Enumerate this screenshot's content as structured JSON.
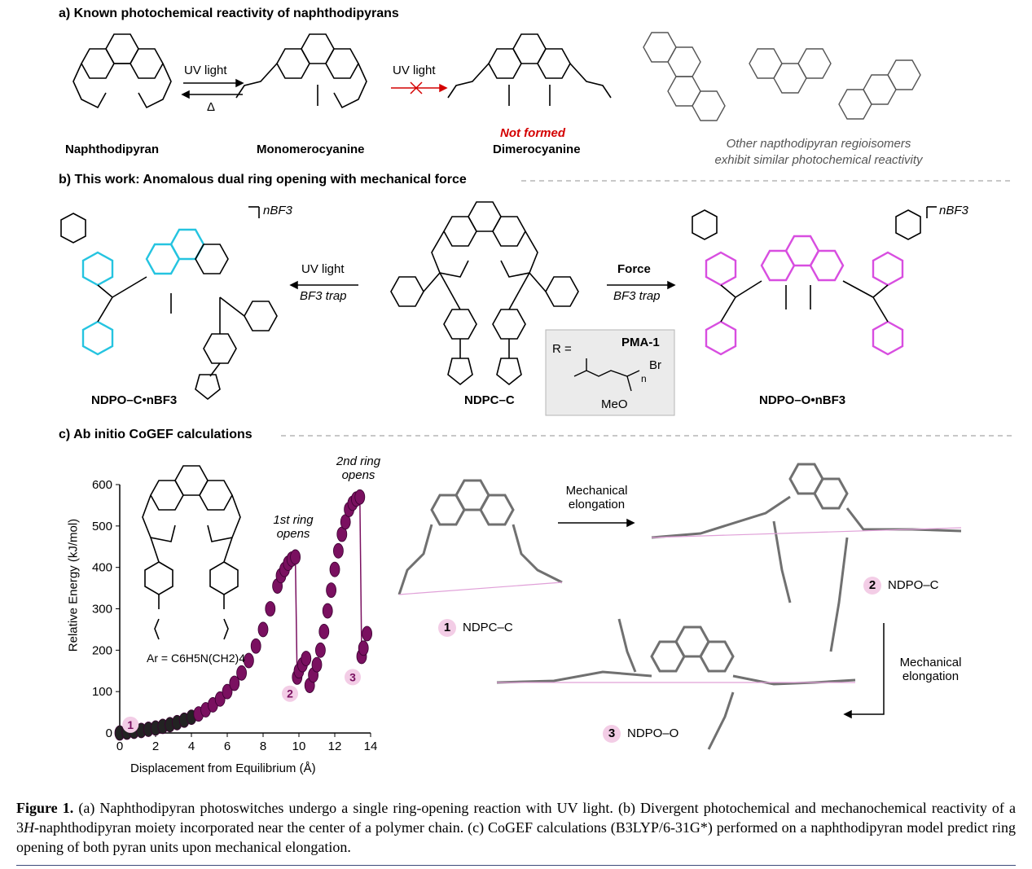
{
  "sections": {
    "a": "a) Known photochemical reactivity of naphthodipyrans",
    "b": "b) This work: Anomalous dual ring opening with mechanical force",
    "c": "c) Ab initio CoGEF calculations"
  },
  "panel_a": {
    "naphthodipyran": "Naphthodipyran",
    "monomerocyanine": "Monomerocyanine",
    "dimerocyanine": "Dimerocyanine",
    "not_formed": "Not formed",
    "uv_light_1": "UV light",
    "uv_light_2": "UV light",
    "delta": "Δ",
    "regio_note_1": "Other napthodipyran regioisomers",
    "regio_note_2": "exhibit similar photochemical reactivity"
  },
  "panel_b": {
    "uv_light": "UV light",
    "bf3_trap_left": "BF3 trap",
    "force": "Force",
    "bf3_trap_right": "BF3 trap",
    "nbf3_left": "nBF3",
    "nbf3_right": "nBF3",
    "ndp_oc": "NDPO–C•nBF3",
    "ndp_cc": "NDPC–C",
    "ndp_oo": "NDPO–O•nBF3",
    "r_eq": "R =",
    "pma": "PMA-1",
    "br": "Br",
    "n": "n",
    "meo": "MeO"
  },
  "panel_c": {
    "ar_label": "Ar = C6H5N(CH2)4",
    "ring1": "1st ring opens",
    "ring2": "2nd ring opens",
    "mech1": "Mechanical elongation",
    "mech2": "Mechanical elongation",
    "lbl1": "NDPC–C",
    "lbl2": "NDPO–C",
    "lbl3": "NDPO–O",
    "m1": "1",
    "m2": "2",
    "m3": "3"
  },
  "chart_data": {
    "type": "scatter",
    "xlabel": "Displacement from Equilibrium (Å)",
    "ylabel": "Relative Energy (kJ/mol)",
    "xlim": [
      0,
      14
    ],
    "ylim": [
      0,
      600
    ],
    "xticks": [
      0,
      2,
      4,
      6,
      8,
      10,
      12,
      14
    ],
    "yticks": [
      0,
      100,
      200,
      300,
      400,
      500,
      600
    ],
    "series": [
      {
        "name": "",
        "color": "#7a1060",
        "x": [
          0.0,
          0.4,
          0.8,
          1.2,
          1.6,
          2.0,
          2.4,
          2.8,
          3.2,
          3.6,
          4.0,
          4.4,
          4.8,
          5.2,
          5.6,
          6.0,
          6.4,
          6.8,
          7.2,
          7.6,
          8.0,
          8.4,
          8.8,
          9.0,
          9.2,
          9.4,
          9.6,
          9.8,
          9.9,
          10.0,
          10.2,
          10.4,
          10.6,
          10.8,
          11.0,
          11.2,
          11.4,
          11.6,
          11.8,
          12.0,
          12.2,
          12.4,
          12.6,
          12.8,
          13.0,
          13.2,
          13.4,
          13.5,
          13.6,
          13.8
        ],
        "y": [
          0,
          2,
          4,
          6,
          9,
          12,
          16,
          20,
          25,
          31,
          38,
          46,
          56,
          68,
          82,
          100,
          120,
          145,
          175,
          210,
          250,
          300,
          355,
          380,
          395,
          410,
          420,
          425,
          135,
          150,
          165,
          180,
          115,
          140,
          165,
          200,
          245,
          295,
          345,
          395,
          440,
          480,
          510,
          540,
          555,
          565,
          570,
          185,
          205,
          240
        ]
      }
    ],
    "markers": [
      "1",
      "2",
      "3"
    ]
  }
}
